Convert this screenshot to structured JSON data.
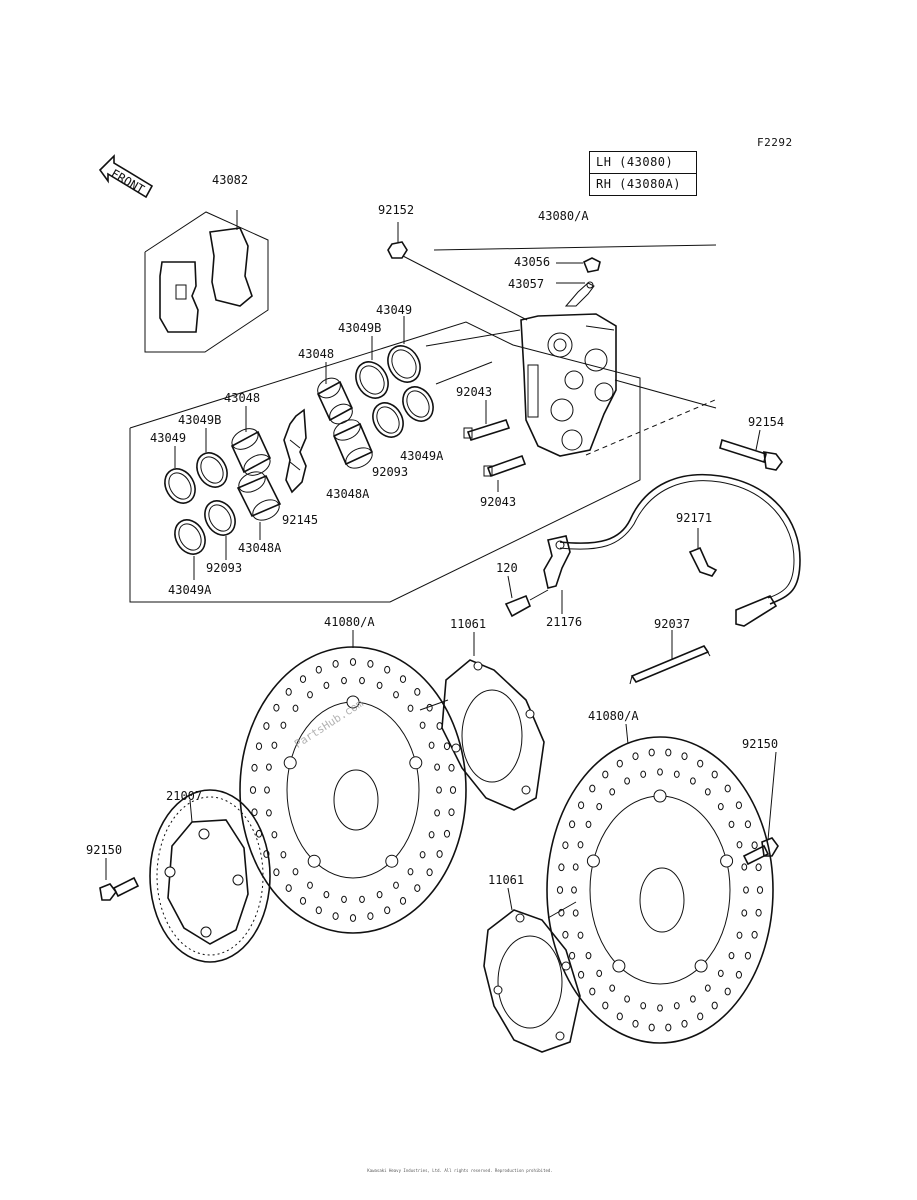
{
  "figure_code": "F2292",
  "front_arrow_label": "FRONT",
  "legend": [
    {
      "side": "LH",
      "text": "LH  (43080)"
    },
    {
      "side": "RH",
      "text": "RH  (43080A)"
    }
  ],
  "parts": {
    "pad_set": "43082",
    "bleeder_cap": "92152",
    "caliper_assy": "43080/A",
    "bleeder_valve": "43056",
    "cap_43057": "43057",
    "seal_43049_upper": "43049",
    "seal_43049b_upper": "43049B",
    "piston_43048_upper": "43048",
    "piston_43048_lower": "43048",
    "seal_43049b_lower": "43049B",
    "seal_43049_lower": "43049",
    "bolt_92043_upper": "92043",
    "bolt_92154": "92154",
    "seal_43049a_upper": "43049A",
    "seal_92093_upper": "92093",
    "piston_43048a_upper": "43048A",
    "spring_92145": "92145",
    "piston_43048a_lower": "43048A",
    "seal_92093_lower": "92093",
    "seal_43049a_lower": "43049A",
    "bolt_92043_lower": "92043",
    "clamp_92171": "92171",
    "screw_120": "120",
    "sensor_21176": "21176",
    "clip_92037": "92037",
    "disc_left": "41080/A",
    "shim_left": "11061",
    "disc_right": "41080/A",
    "bolt_92150_right": "92150",
    "rotor_21007": "21007",
    "bolt_92150_left": "92150",
    "shim_right": "11061"
  },
  "watermark": "PartsHub.com",
  "copyright": "Kawasaki Heavy Industries, Ltd. All rights reserved. Reproduction prohibited."
}
